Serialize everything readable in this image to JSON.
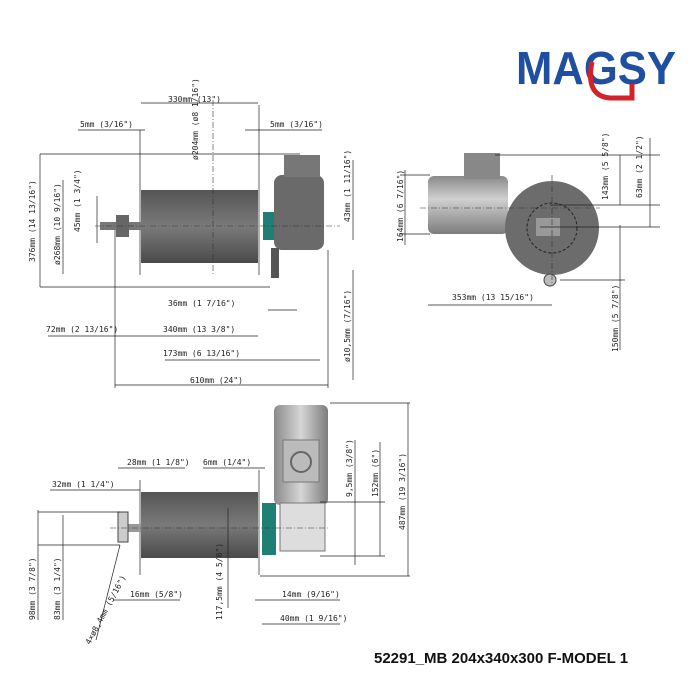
{
  "logo": {
    "text": "MAGSY",
    "colors": {
      "letters": "#1f4fa0",
      "swoosh": "#d3222a"
    }
  },
  "title": "52291_MB 204x340x300 F-MODEL 1",
  "colors": {
    "drum": "#6e6e6e",
    "motor": "#a8a8a8",
    "coupling": "#1f7f74",
    "lines": "#222222"
  },
  "top_view": {
    "d330": "330mm (13\")",
    "d5_left": "5mm (3/16\")",
    "d5_right": "5mm (3/16\")",
    "d204": "ø204mm (ø8 1/16\")",
    "d376": "376mm (14 13/16\")",
    "d268": "ø268mm (10 9/16\")",
    "d45": "45mm (1 3/4\")",
    "d43": "43mm (1 11/16\")",
    "d36": "36mm (1 7/16\")",
    "d10_5": "ø10,5mm (7/16\")",
    "d72": "72mm (2 13/16\")",
    "d340": "340mm (13 3/8\")",
    "d173": "173mm (6 13/16\")",
    "d610": "610mm (24\")"
  },
  "side_view": {
    "d164": "164mm (6 7/16\")",
    "d143": "143mm (5 5/8\")",
    "d63": "63mm (2 1/2\")",
    "d353": "353mm (13 15/16\")",
    "d150": "150mm (5 7/8\")"
  },
  "front_view": {
    "d28": "28mm (1 1/8\")",
    "d6": "6mm (1/4\")",
    "d32": "32mm (1 1/4\")",
    "d9_5": "9,5mm (3/8\")",
    "d152": "152mm (6\")",
    "d487": "487mm (19 3/16\")",
    "d98": "98mm (3 7/8\")",
    "d83": "83mm (3 1/4\")",
    "holes": "4×ø8,4mm (5/16\")",
    "d16": "16mm (5/8\")",
    "d117_5": "117,5mm (4 5/8\")",
    "d14": "14mm (9/16\")",
    "d40": "40mm (1 9/16\")"
  }
}
